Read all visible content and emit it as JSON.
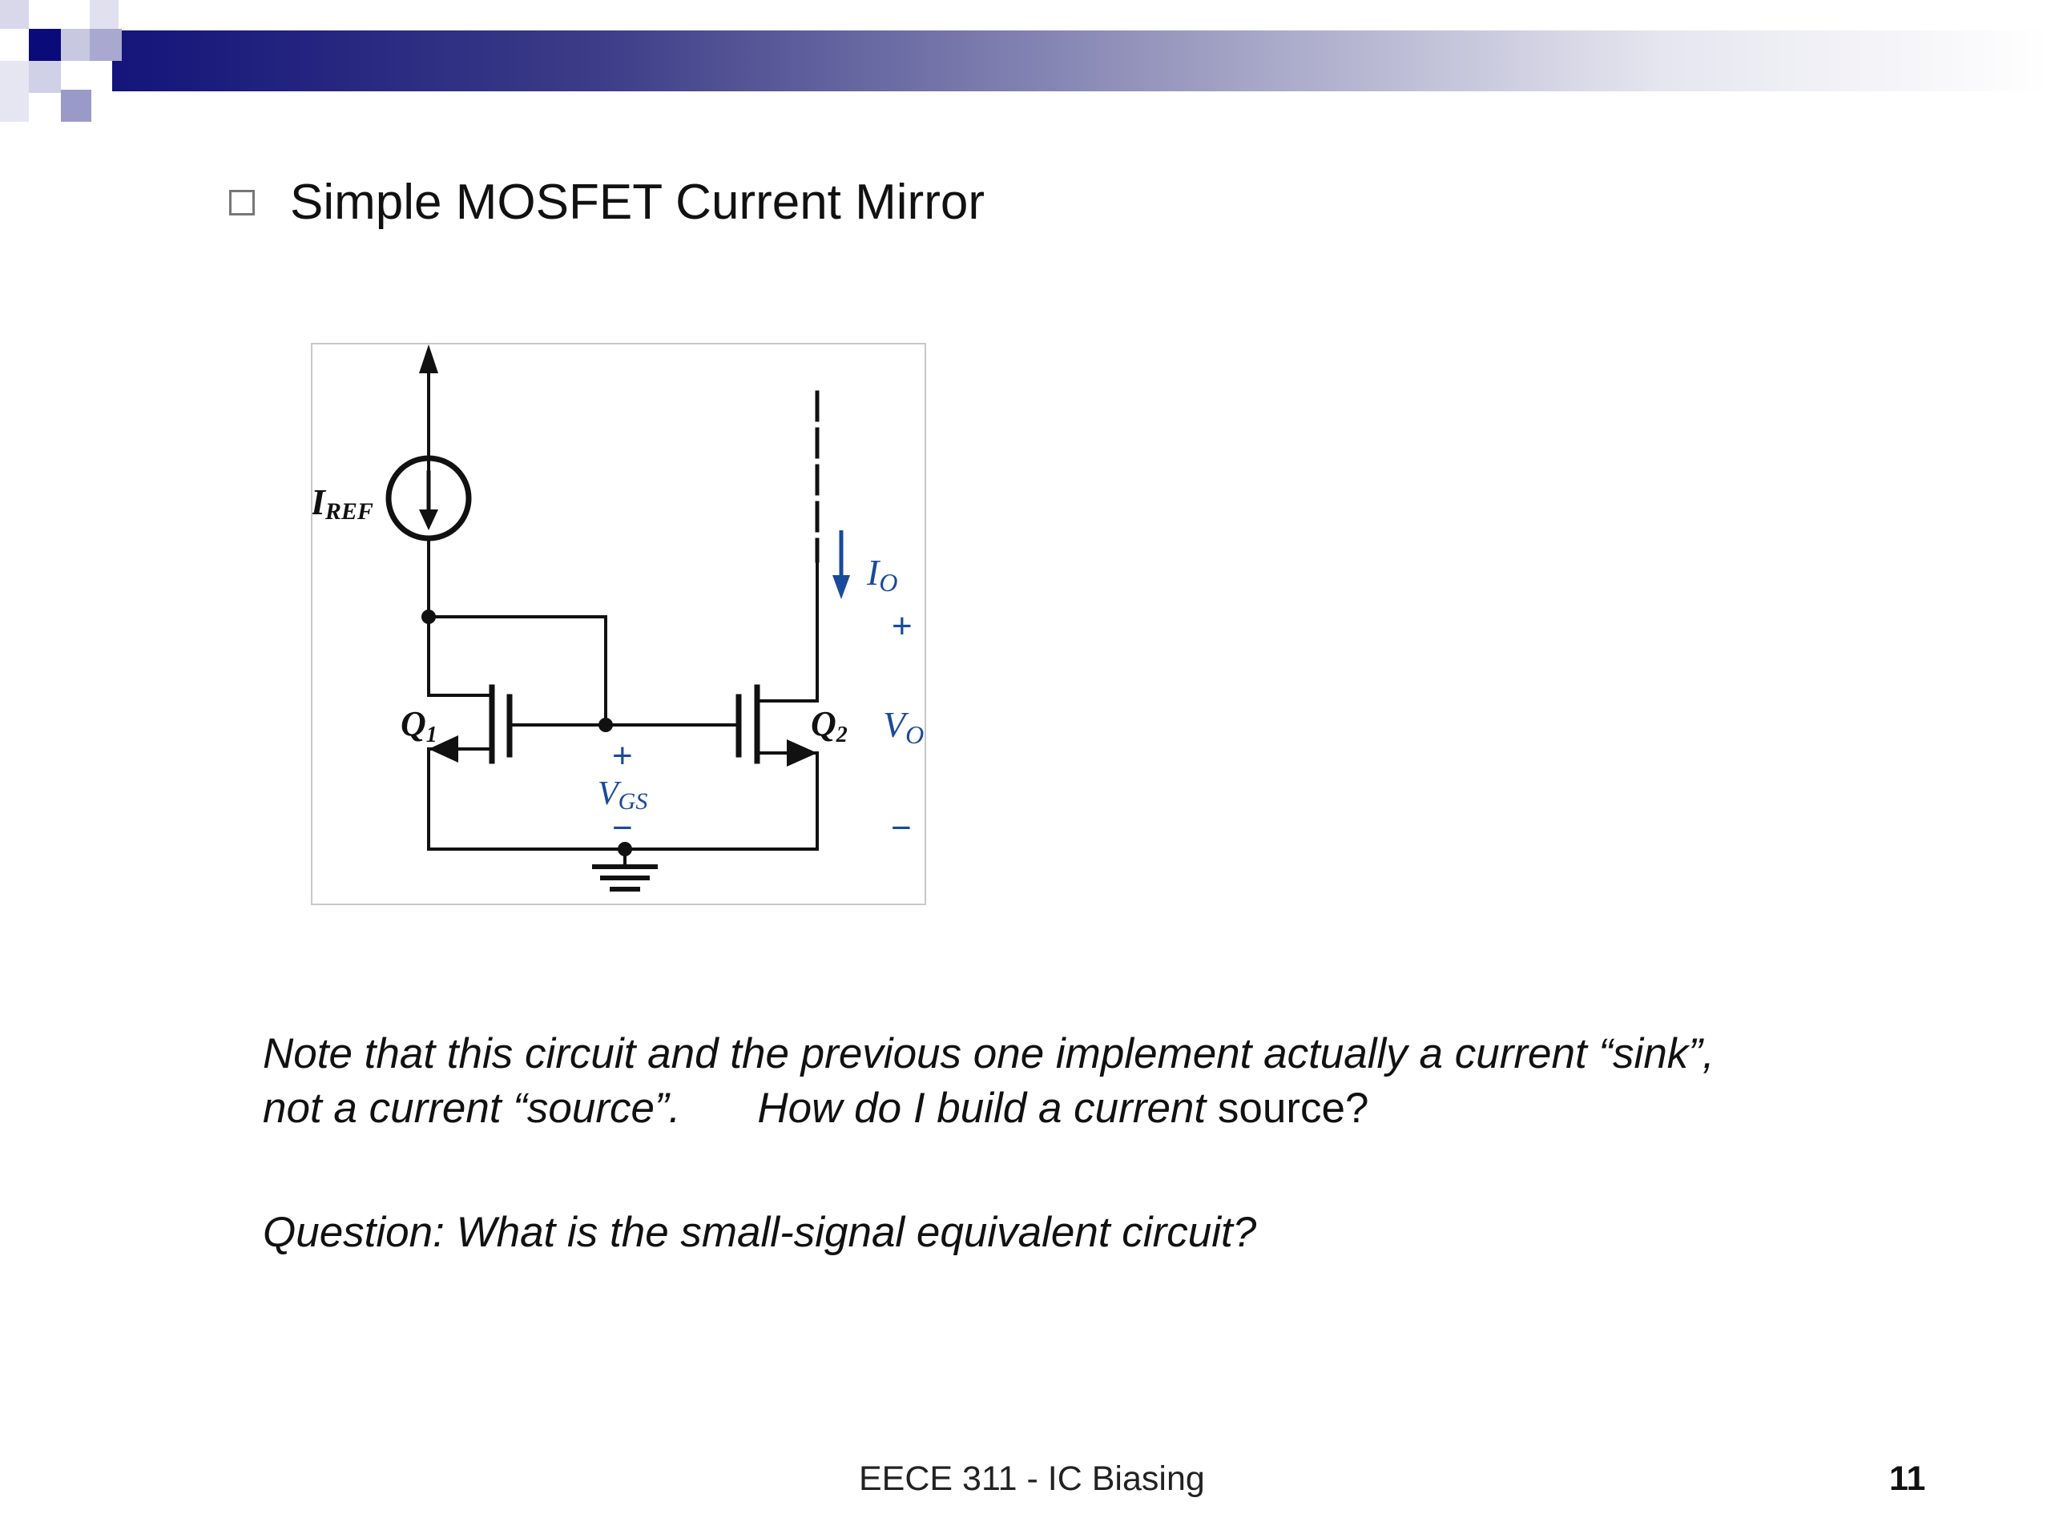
{
  "header": {
    "accent_color": "#14147a"
  },
  "bullet": {
    "icon": "hollow-square-bullet",
    "text": "Simple MOSFET Current Mirror"
  },
  "figure": {
    "iref_main": "I",
    "iref_sub": "REF",
    "q1_main": "Q",
    "q1_sub": "1",
    "q2_main": "Q",
    "q2_sub": "2",
    "io_main": "I",
    "io_sub": "O",
    "vo_main": "V",
    "vo_sub": "O",
    "vgs_main": "V",
    "vgs_sub": "GS",
    "plus": "+",
    "minus": "−",
    "blue_color": "#1a4a9a"
  },
  "note": {
    "line1": "Note that this circuit and the previous one implement actually a current “sink”,",
    "line2_part1": "not a current “source”.",
    "line2_part2": "How do I build a current",
    "line2_part3": " source?"
  },
  "question": "Question: What is the small-signal equivalent circuit?",
  "footer": {
    "title": "EECE 311 - IC Biasing",
    "page": "11"
  }
}
